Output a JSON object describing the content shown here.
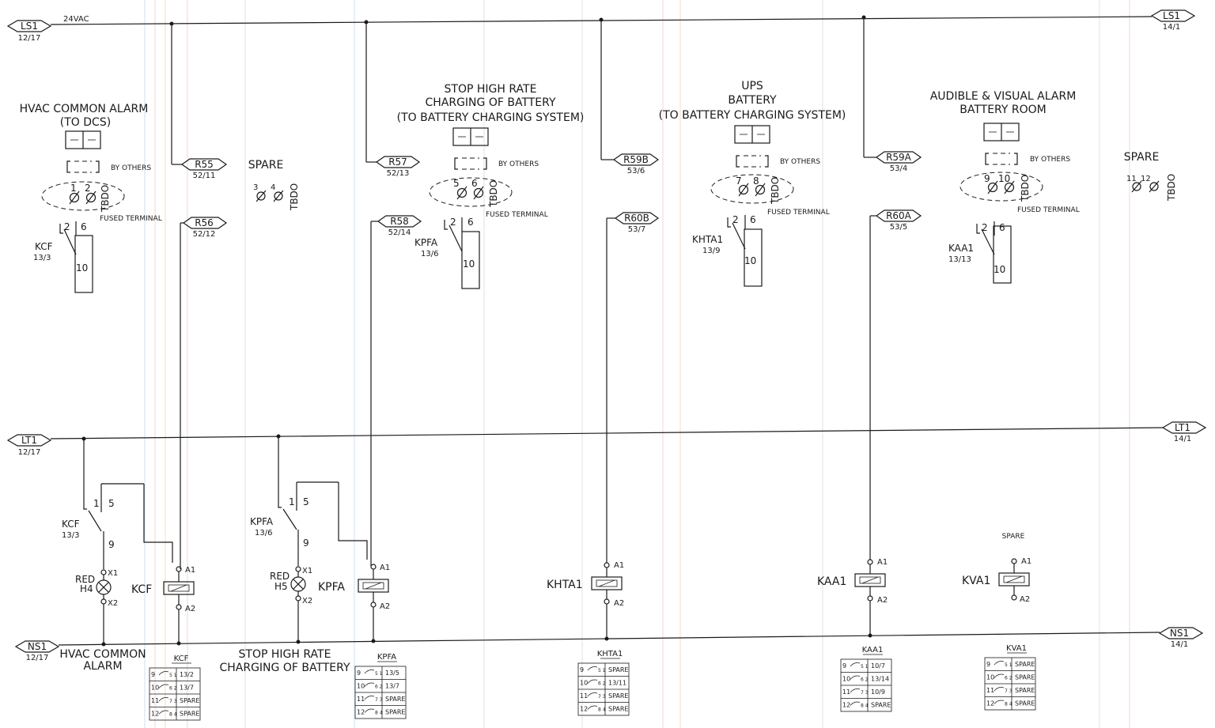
{
  "colors": {
    "line": "#1a1a1a",
    "paper": "#ffffff",
    "scan_stripe_red": "#e8a0a0",
    "scan_stripe_orange": "#f0b070",
    "scan_stripe_blue": "#a0b8e8"
  },
  "supply": {
    "voltage": "24VAC"
  },
  "buses": {
    "ls1_left": {
      "name": "LS1",
      "ref": "12/17"
    },
    "ls1_right": {
      "name": "LS1",
      "ref": "14/1"
    },
    "lt1_left": {
      "name": "LT1",
      "ref": "12/17"
    },
    "lt1_right": {
      "name": "LT1",
      "ref": "14/1"
    },
    "ns1_left": {
      "name": "NS1",
      "ref": "12/17"
    },
    "ns1_right": {
      "name": "NS1",
      "ref": "14/1"
    }
  },
  "circuits": {
    "hvac": {
      "title_1": "HVAC COMMON ALARM",
      "title_2": "(TO DCS)",
      "by_others": "BY OTHERS",
      "fused": "FUSED TERMINAL",
      "t1": "1",
      "t2": "2",
      "tbdo": "TBDO",
      "c1": "2",
      "c2": "6",
      "c3": "10",
      "relay": "KCF",
      "relay_ref": "13/3"
    },
    "stop": {
      "title_1": "STOP HIGH RATE",
      "title_2": "CHARGING OF BATTERY",
      "title_3": "(TO BATTERY CHARGING SYSTEM)",
      "by_others": "BY OTHERS",
      "fused": "FUSED TERMINAL",
      "t1": "5",
      "t2": "6",
      "tbdo": "TBDO",
      "c1": "2",
      "c2": "6",
      "c3": "10",
      "relay": "KPFA",
      "relay_ref": "13/6"
    },
    "ups": {
      "title_1": "UPS",
      "title_2": "BATTERY",
      "title_3": "(TO BATTERY CHARGING SYSTEM)",
      "by_others": "BY OTHERS",
      "fused": "FUSED TERMINAL",
      "t1": "7",
      "t2": "8",
      "tbdo": "TBDO",
      "c1": "2",
      "c2": "6",
      "c3": "10",
      "relay": "KHTA1",
      "relay_ref": "13/9"
    },
    "audible": {
      "title_1": "AUDIBLE & VISUAL ALARM",
      "title_2": "BATTERY ROOM",
      "by_others": "BY OTHERS",
      "fused": "FUSED TERMINAL",
      "t1": "9",
      "t2": "10",
      "tbdo": "TBDO",
      "c1": "2",
      "c2": "6",
      "c3": "10",
      "relay": "KAA1",
      "relay_ref": "13/13"
    },
    "spare1": {
      "title": "SPARE",
      "t1": "3",
      "t2": "4",
      "tbdo": "TBDO"
    },
    "spare2": {
      "title": "SPARE",
      "t1": "11",
      "t2": "12",
      "tbdo": "TBDO"
    }
  },
  "wire_refs": {
    "r55": {
      "id": "R55",
      "ref": "52/11"
    },
    "r56": {
      "id": "R56",
      "ref": "52/12"
    },
    "r57": {
      "id": "R57",
      "ref": "52/13"
    },
    "r58": {
      "id": "R58",
      "ref": "52/14"
    },
    "r59b": {
      "id": "R59B",
      "ref": "53/6"
    },
    "r60b": {
      "id": "R60B",
      "ref": "53/7"
    },
    "r59a": {
      "id": "R59A",
      "ref": "53/4"
    },
    "r60a": {
      "id": "R60A",
      "ref": "53/5"
    }
  },
  "lower": {
    "kcf": {
      "contact": "KCF",
      "ref": "13/3",
      "n1": "1",
      "n5": "5",
      "n9": "9",
      "lamp_color": "RED",
      "lamp": "H4",
      "x1": "X1",
      "x2": "X2",
      "coil": "KCF",
      "a1": "A1",
      "a2": "A2",
      "caption_1": "HVAC COMMON",
      "caption_2": "ALARM"
    },
    "kpfa": {
      "contact": "KPFA",
      "ref": "13/6",
      "n1": "1",
      "n5": "5",
      "n9": "9",
      "lamp_color": "RED",
      "lamp": "H5",
      "x1": "X1",
      "x2": "X2",
      "coil": "KPFA",
      "a1": "A1",
      "a2": "A2",
      "caption_1": "STOP HIGH RATE",
      "caption_2": "CHARGING OF BATTERY"
    },
    "khta1": {
      "coil": "KHTA1",
      "a1": "A1",
      "a2": "A2"
    },
    "kaa1": {
      "coil": "KAA1",
      "a1": "A1",
      "a2": "A2"
    },
    "kva1": {
      "coil": "KVA1",
      "a1": "A1",
      "a2": "A2",
      "label": "SPARE"
    }
  },
  "contact_tables": {
    "kcf": {
      "title": "KCF",
      "rows": [
        {
          "no": "9",
          "sub": "5 1",
          "ref": "13/2"
        },
        {
          "no": "10",
          "sub": "6 2",
          "ref": "13/7"
        },
        {
          "no": "11",
          "sub": "7 3",
          "ref": "SPARE"
        },
        {
          "no": "12",
          "sub": "8 4",
          "ref": "SPARE"
        }
      ]
    },
    "kpfa": {
      "title": "KPFA",
      "rows": [
        {
          "no": "9",
          "sub": "5 1",
          "ref": "13/5"
        },
        {
          "no": "10",
          "sub": "6 2",
          "ref": "13/7"
        },
        {
          "no": "11",
          "sub": "7 3",
          "ref": "SPARE"
        },
        {
          "no": "12",
          "sub": "8 4",
          "ref": "SPARE"
        }
      ]
    },
    "khta1": {
      "title": "KHTA1",
      "rows": [
        {
          "no": "9",
          "sub": "5 1",
          "ref": "SPARE"
        },
        {
          "no": "10",
          "sub": "6 2",
          "ref": "13/11"
        },
        {
          "no": "11",
          "sub": "7 3",
          "ref": "SPARE"
        },
        {
          "no": "12",
          "sub": "8 4",
          "ref": "SPARE"
        }
      ]
    },
    "kaa1": {
      "title": "KAA1",
      "rows": [
        {
          "no": "9",
          "sub": "5 1",
          "ref": "10/7"
        },
        {
          "no": "10",
          "sub": "6 2",
          "ref": "13/14"
        },
        {
          "no": "11",
          "sub": "7 3",
          "ref": "10/9"
        },
        {
          "no": "12",
          "sub": "8 4",
          "ref": "SPARE"
        }
      ]
    },
    "kva1": {
      "title": "KVA1",
      "rows": [
        {
          "no": "9",
          "sub": "5 1",
          "ref": "SPARE"
        },
        {
          "no": "10",
          "sub": "6 2",
          "ref": "SPARE"
        },
        {
          "no": "11",
          "sub": "7 3",
          "ref": "SPARE"
        },
        {
          "no": "12",
          "sub": "8 4",
          "ref": "SPARE"
        }
      ]
    }
  }
}
